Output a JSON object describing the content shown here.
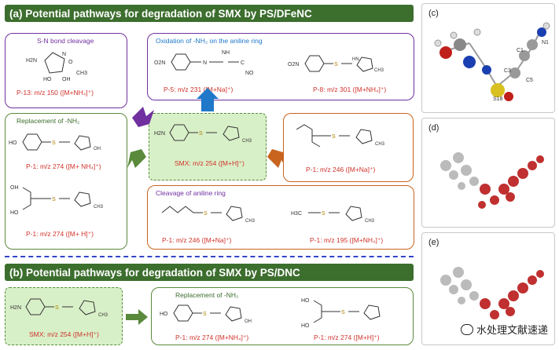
{
  "sections": {
    "a_title": "(a) Potential pathways for degradation of SMX by PS/DFeNC",
    "b_title": "(b) Potential pathways for degradation of SMX by PS/DNC"
  },
  "a": {
    "sn_cleavage": "S-N bond cleavage",
    "p13": "P-13: m/z 150 ([M+NH₄]⁺)",
    "oxidation": "Oxidation of -NH₂ on the aniline ring",
    "p5": "P-5: m/z 231 ([M+Na]⁺)",
    "p8": "P-8: m/z 301 ([M+NH₄]⁺)",
    "replacement": "Replacement of -NH₂",
    "p1a": "P-1: m/z 274 ([M+ NH₄]⁺)",
    "p1b": "P-1: m/z 274 ([M+ H]⁺)",
    "smx": "SMX: m/z 254 ([M+H]⁺)",
    "p1c": "P-1: m/z 246 ([M+Na]⁺)",
    "cleavage_ring": "Cleavage of aniline ring",
    "p1d": "P-1: m/z 246 ([M+Na]⁺)",
    "p1e": "P-1: m/z 195 ([M+NH₄]⁺)"
  },
  "b": {
    "smx": "SMX: m/z 254 ([M+H]⁺)",
    "replacement": "Replacement of -NH₂",
    "p1a": "P-1: m/z 274 ([M+NH₄]⁺)",
    "p1b": "P-1: m/z 274 ([M+H]⁺)"
  },
  "panels": {
    "c": "(c)",
    "d": "(d)",
    "e": "(e)",
    "c_atoms": [
      "C1",
      "N1",
      "C3",
      "C5",
      "S18"
    ]
  },
  "watermark": "水处理文献速递",
  "colors": {
    "header": "#3c6e2e",
    "purple": "#7030a0",
    "blue": "#1f78c8",
    "green_box": "#5a8a3c",
    "orange": "#c8641e",
    "red_text": "#d0322a"
  }
}
